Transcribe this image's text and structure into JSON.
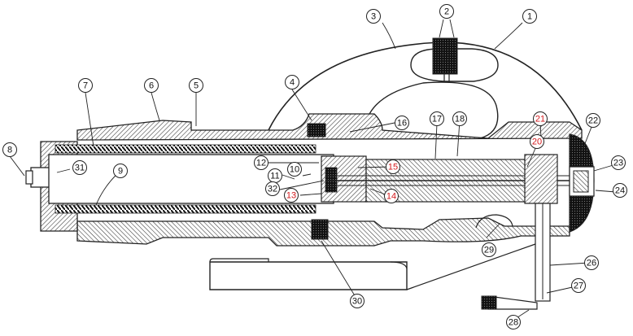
{
  "figure": {
    "callouts": [
      {
        "id": "c1",
        "label": "1",
        "color": "black"
      },
      {
        "id": "c2",
        "label": "2",
        "color": "black"
      },
      {
        "id": "c3",
        "label": "3",
        "color": "black"
      },
      {
        "id": "c4",
        "label": "4",
        "color": "black"
      },
      {
        "id": "c5",
        "label": "5",
        "color": "black"
      },
      {
        "id": "c6",
        "label": "6",
        "color": "black"
      },
      {
        "id": "c7",
        "label": "7",
        "color": "black"
      },
      {
        "id": "c8",
        "label": "8",
        "color": "black"
      },
      {
        "id": "c9",
        "label": "9",
        "color": "black"
      },
      {
        "id": "c10",
        "label": "10",
        "color": "black"
      },
      {
        "id": "c11",
        "label": "11",
        "color": "black"
      },
      {
        "id": "c12",
        "label": "12",
        "color": "black"
      },
      {
        "id": "c13",
        "label": "13",
        "color": "red"
      },
      {
        "id": "c14",
        "label": "14",
        "color": "red"
      },
      {
        "id": "c15",
        "label": "15",
        "color": "red"
      },
      {
        "id": "c16",
        "label": "16",
        "color": "black"
      },
      {
        "id": "c17",
        "label": "17",
        "color": "black"
      },
      {
        "id": "c18",
        "label": "18",
        "color": "black"
      },
      {
        "id": "c20",
        "label": "20",
        "color": "red"
      },
      {
        "id": "c21",
        "label": "21",
        "color": "red"
      },
      {
        "id": "c22",
        "label": "22",
        "color": "black"
      },
      {
        "id": "c23",
        "label": "23",
        "color": "black"
      },
      {
        "id": "c24",
        "label": "24",
        "color": "black"
      },
      {
        "id": "c26",
        "label": "26",
        "color": "black"
      },
      {
        "id": "c27",
        "label": "27",
        "color": "black"
      },
      {
        "id": "c28",
        "label": "28",
        "color": "black"
      },
      {
        "id": "c29",
        "label": "29",
        "color": "black"
      },
      {
        "id": "c30",
        "label": "30",
        "color": "black"
      },
      {
        "id": "c31",
        "label": "31",
        "color": "black"
      },
      {
        "id": "c32",
        "label": "32",
        "color": "black"
      }
    ],
    "colors": {
      "ink": "#222222",
      "hatch": "#333333",
      "red_label": "#d3191c",
      "paper": "#ffffff"
    }
  }
}
